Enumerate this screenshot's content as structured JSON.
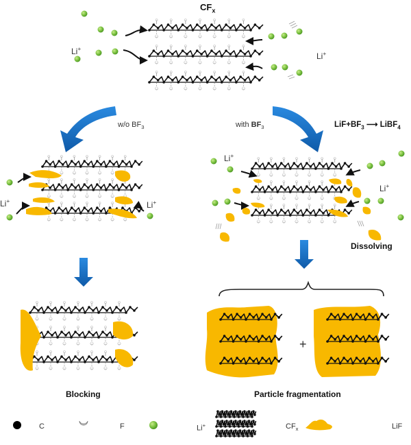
{
  "title": "CF",
  "title_sub": "x",
  "ion_label": "Li",
  "ion_charge": "+",
  "paths": {
    "without": {
      "prefix": "w/o BF",
      "sub": "3"
    },
    "with": {
      "prefix": "with ",
      "bold": "BF",
      "sub": "3"
    }
  },
  "reaction": {
    "a": "LiF+BF",
    "a_sub": "3",
    "arrow": "⟶",
    "b": "LiBF",
    "b_sub": "4"
  },
  "states": {
    "dissolving": "Dissolving",
    "blocking": "Blocking",
    "fragmentation": "Particle fragmentation",
    "plus": "+"
  },
  "legend": [
    {
      "icon": "carbon-atom-icon",
      "label": "C"
    },
    {
      "icon": "fluorine-atom-icon",
      "label": "F"
    },
    {
      "icon": "lithium-ion-icon",
      "label": "Li",
      "sup": "+"
    },
    {
      "icon": "cfx-layers-icon",
      "label": "CF",
      "sub": "x"
    },
    {
      "icon": "lif-deposit-icon",
      "label": "LiF"
    }
  ],
  "colors": {
    "arrow_blue": "#1a6fc4",
    "lif_yellow": "#f8b800",
    "li_green": "#7cc242",
    "bond": "#111111"
  }
}
